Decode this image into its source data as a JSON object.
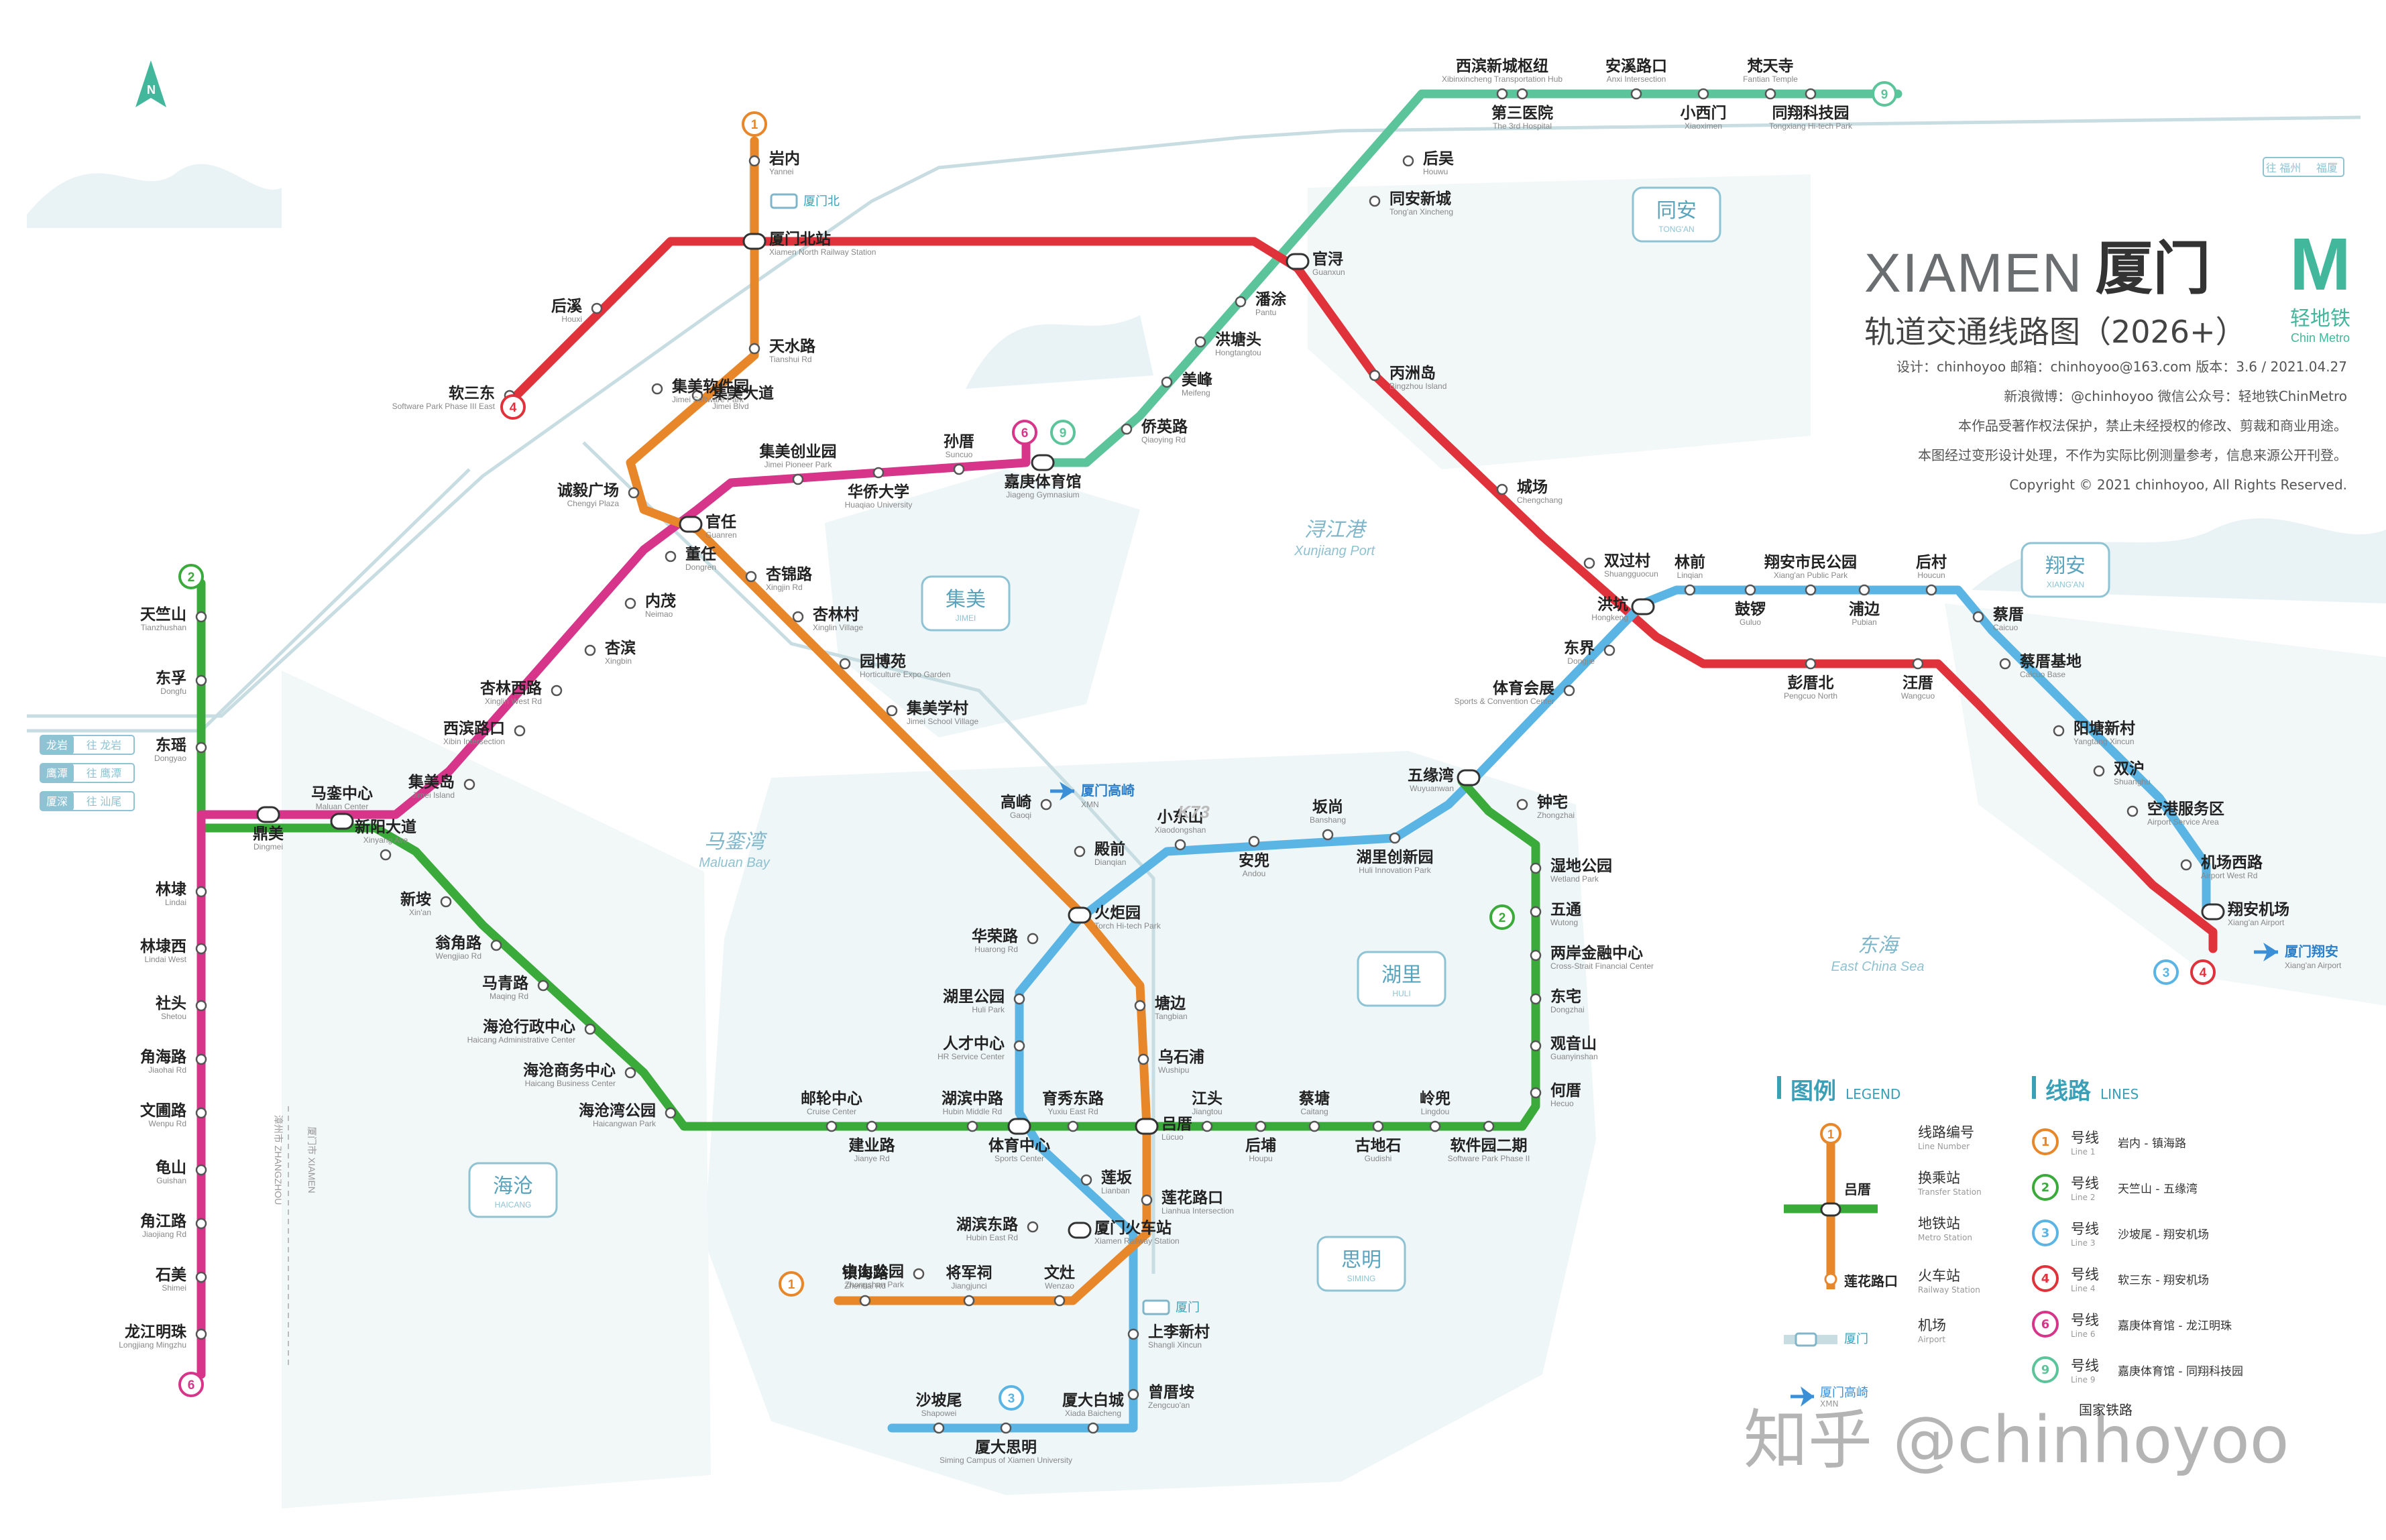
{
  "header": {
    "title_en": "XIAMEN",
    "title_cn": "厦门",
    "subtitle": "轨道交通线路图（2026+）",
    "brand_cn": "轻地铁",
    "brand_en": "Chin Metro",
    "info": [
      "设计：chinhoyoo    邮箱：chinhoyoo@163.com    版本：3.6 / 2021.04.27",
      "新浪微博：@chinhoyoo    微信公众号：轻地铁ChinMetro",
      "本作品受著作权法保护，禁止未经授权的修改、剪裁和商业用途。",
      "本图经过变形设计处理，不作为实际比例测量参考，信息来源公开刊登。",
      "Copyright © 2021 chinhoyoo, All Rights Reserved."
    ]
  },
  "watermark": "知乎 @chinhoyoo",
  "compass": "N",
  "colors": {
    "line1": "#e8862a",
    "line2": "#3aaa3a",
    "line3": "#5ab4e4",
    "line4": "#e0323a",
    "line6": "#d6358a",
    "line9": "#5cc49a",
    "rail": "#b9d4da",
    "land": "#edf5f6",
    "district": "#7fb6c9"
  },
  "districts": [
    {
      "cn": "同安",
      "en": "TONG'AN"
    },
    {
      "cn": "集美",
      "en": "JIMEI"
    },
    {
      "cn": "翔安",
      "en": "XIANG'AN"
    },
    {
      "cn": "湖里",
      "en": "HULI"
    },
    {
      "cn": "海沧",
      "en": "HAICANG"
    },
    {
      "cn": "思明",
      "en": "SIMING"
    }
  ],
  "waters": [
    {
      "cn": "马銮湾",
      "en": "Maluan Bay"
    },
    {
      "cn": "浔江港",
      "en": "Xunjiang Port"
    },
    {
      "cn": "东海",
      "en": "East China Sea"
    }
  ],
  "lines": [
    {
      "num": "1",
      "name": "号线",
      "desc": "岩内 - 镇海路",
      "en": "Line 1",
      "color": "#e8862a"
    },
    {
      "num": "2",
      "name": "号线",
      "desc": "天竺山 - 五缘湾",
      "en": "Line 2",
      "color": "#3aaa3a"
    },
    {
      "num": "3",
      "name": "号线",
      "desc": "沙坡尾 - 翔安机场",
      "en": "Line 3",
      "color": "#5ab4e4"
    },
    {
      "num": "4",
      "name": "号线",
      "desc": "软三东 - 翔安机场",
      "en": "Line 4",
      "color": "#e0323a"
    },
    {
      "num": "6",
      "name": "号线",
      "desc": "嘉庚体育馆 - 龙江明珠",
      "en": "Line 6",
      "color": "#d6358a"
    },
    {
      "num": "9",
      "name": "号线",
      "desc": "嘉庚体育馆 - 同翔科技园",
      "en": "Line 9",
      "color": "#5cc49a"
    }
  ],
  "legend": {
    "title_cn": "图例",
    "title_en": "LEGEND",
    "lines_title_cn": "线路",
    "lines_title_en": "LINES",
    "items": [
      {
        "cn": "线路编号",
        "en": "Line Number"
      },
      {
        "cn": "换乘站",
        "en": "Transfer Station"
      },
      {
        "cn": "地铁站",
        "en": "Metro Station"
      },
      {
        "cn": "火车站",
        "en": "Railway Station"
      },
      {
        "cn": "机场",
        "en": "Airport"
      }
    ],
    "sample_stations": [
      "吕厝",
      "莲花路口"
    ],
    "sample_rail": "厦门",
    "sample_airport": "厦门高崎",
    "sample_airport_en": "XMN",
    "footer": "国家铁路"
  },
  "stations": [
    {
      "cn": "岩内",
      "en": "Yannei"
    },
    {
      "cn": "厦门北站",
      "en": "Xiamen North Railway Station"
    },
    {
      "cn": "天水路",
      "en": "Tianshui Rd"
    },
    {
      "cn": "集美大道",
      "en": "Jimei Blvd"
    },
    {
      "cn": "诚毅广场",
      "en": "Chengyi Plaza"
    },
    {
      "cn": "官任",
      "en": "Guanren"
    },
    {
      "cn": "杏锦路",
      "en": "Xingjin Rd"
    },
    {
      "cn": "杏林村",
      "en": "Xinglin Village"
    },
    {
      "cn": "园博苑",
      "en": "Horticulture Expo Garden"
    },
    {
      "cn": "集美学村",
      "en": "Jimei School Village"
    },
    {
      "cn": "高崎",
      "en": "Gaoqi"
    },
    {
      "cn": "殿前",
      "en": "Dianqian"
    },
    {
      "cn": "火炬园",
      "en": "Torch Hi-tech Park"
    },
    {
      "cn": "塘边",
      "en": "Tangbian"
    },
    {
      "cn": "乌石浦",
      "en": "Wushipu"
    },
    {
      "cn": "吕厝",
      "en": "Lücuo"
    },
    {
      "cn": "莲花路口",
      "en": "Lianhua Intersection"
    },
    {
      "cn": "厦门火车站",
      "en": "Xiamen Railway Station"
    },
    {
      "cn": "文灶",
      "en": "Wenzao"
    },
    {
      "cn": "将军祠",
      "en": "Jiangjunci"
    },
    {
      "cn": "中山公园",
      "en": "Zhongshan Park"
    },
    {
      "cn": "镇海路",
      "en": "Zhenhai Rd"
    },
    {
      "cn": "天竺山",
      "en": "Tianzhushan"
    },
    {
      "cn": "东孚",
      "en": "Dongfu"
    },
    {
      "cn": "东瑶",
      "en": "Dongyao"
    },
    {
      "cn": "鼎美",
      "en": "Dingmei"
    },
    {
      "cn": "马銮中心",
      "en": "Maluan Center"
    },
    {
      "cn": "新阳大道",
      "en": "Xinyang Ave"
    },
    {
      "cn": "新垵",
      "en": "Xin'an"
    },
    {
      "cn": "翁角路",
      "en": "Wengjiao Rd"
    },
    {
      "cn": "马青路",
      "en": "Maqing Rd"
    },
    {
      "cn": "海沧行政中心",
      "en": "Haicang Administrative Center"
    },
    {
      "cn": "海沧商务中心",
      "en": "Haicang Business Center"
    },
    {
      "cn": "海沧湾公园",
      "en": "Haicangwan Park"
    },
    {
      "cn": "邮轮中心",
      "en": "Cruise Center"
    },
    {
      "cn": "建业路",
      "en": "Jianye Rd"
    },
    {
      "cn": "湖滨中路",
      "en": "Hubin Middle Rd"
    },
    {
      "cn": "体育中心",
      "en": "Sports Center"
    },
    {
      "cn": "育秀东路",
      "en": "Yuxiu East Rd"
    },
    {
      "cn": "江头",
      "en": "Jiangtou"
    },
    {
      "cn": "后埔",
      "en": "Houpu"
    },
    {
      "cn": "蔡塘",
      "en": "Caitang"
    },
    {
      "cn": "古地石",
      "en": "Gudishi"
    },
    {
      "cn": "岭兜",
      "en": "Lingdou"
    },
    {
      "cn": "软件园二期",
      "en": "Software Park Phase II"
    },
    {
      "cn": "何厝",
      "en": "Hecuo"
    },
    {
      "cn": "观音山",
      "en": "Guanyinshan"
    },
    {
      "cn": "东宅",
      "en": "Dongzhai"
    },
    {
      "cn": "两岸金融中心",
      "en": "Cross-Strait Financial Center"
    },
    {
      "cn": "五通",
      "en": "Wutong"
    },
    {
      "cn": "湿地公园",
      "en": "Wetland Park"
    },
    {
      "cn": "钟宅",
      "en": "Zhongzhai"
    },
    {
      "cn": "五缘湾",
      "en": "Wuyuanwan"
    },
    {
      "cn": "沙坡尾",
      "en": "Shapowei"
    },
    {
      "cn": "厦大思明",
      "en": "Siming Campus of Xiamen University"
    },
    {
      "cn": "厦大白城",
      "en": "Xiada Baicheng"
    },
    {
      "cn": "曾厝垵",
      "en": "Zengcuo'an"
    },
    {
      "cn": "上李新村",
      "en": "Shangli Xincun"
    },
    {
      "cn": "莲坂",
      "en": "Lianban"
    },
    {
      "cn": "湖滨东路",
      "en": "Hubin East Rd"
    },
    {
      "cn": "人才中心",
      "en": "HR Service Center"
    },
    {
      "cn": "湖里公园",
      "en": "Huli Park"
    },
    {
      "cn": "华荣路",
      "en": "Huarong Rd"
    },
    {
      "cn": "小东山",
      "en": "Xiaodongshan"
    },
    {
      "cn": "安兜",
      "en": "Andou"
    },
    {
      "cn": "坂尚",
      "en": "Banshang"
    },
    {
      "cn": "湖里创新园",
      "en": "Huli Innovation Park"
    },
    {
      "cn": "体育会展",
      "en": "Sports & Convention Center"
    },
    {
      "cn": "东界",
      "en": "Dongjie"
    },
    {
      "cn": "洪坑",
      "en": "Hongkeng"
    },
    {
      "cn": "林前",
      "en": "Linqian"
    },
    {
      "cn": "鼓锣",
      "en": "Guluo"
    },
    {
      "cn": "翔安市民公园",
      "en": "Xiang'an Public Park"
    },
    {
      "cn": "浦边",
      "en": "Pubian"
    },
    {
      "cn": "后村",
      "en": "Houcun"
    },
    {
      "cn": "蔡厝",
      "en": "Caicuo"
    },
    {
      "cn": "蔡厝基地",
      "en": "Caicuo Base"
    },
    {
      "cn": "阳塘新村",
      "en": "Yangtang Xincun"
    },
    {
      "cn": "双沪",
      "en": "Shuanghu"
    },
    {
      "cn": "空港服务区",
      "en": "Airport Service Area"
    },
    {
      "cn": "机场西路",
      "en": "Airport West Rd"
    },
    {
      "cn": "翔安机场",
      "en": "Xiang'an Airport"
    },
    {
      "cn": "软三东",
      "en": "Software Park Phase III East"
    },
    {
      "cn": "后溪",
      "en": "Houxi"
    },
    {
      "cn": "集美软件园",
      "en": "Jimei Software Park"
    },
    {
      "cn": "官浔",
      "en": "Guanxun"
    },
    {
      "cn": "丙洲岛",
      "en": "Bingzhou Island"
    },
    {
      "cn": "城场",
      "en": "Chengchang"
    },
    {
      "cn": "双过村",
      "en": "Shuangguocun"
    },
    {
      "cn": "彭厝北",
      "en": "Pengcuo North"
    },
    {
      "cn": "汪厝",
      "en": "Wangcuo"
    },
    {
      "cn": "集美创业园",
      "en": "Jimei Pioneer Park"
    },
    {
      "cn": "华侨大学",
      "en": "Huaqiao University"
    },
    {
      "cn": "孙厝",
      "en": "Suncuo"
    },
    {
      "cn": "嘉庚体育馆",
      "en": "Jiageng Gymnasium"
    },
    {
      "cn": "董任",
      "en": "Dongren"
    },
    {
      "cn": "内茂",
      "en": "Neimao"
    },
    {
      "cn": "杏滨",
      "en": "Xingbin"
    },
    {
      "cn": "杏林西路",
      "en": "Xinglin West Rd"
    },
    {
      "cn": "西滨路口",
      "en": "Xibin Intersection"
    },
    {
      "cn": "集美岛",
      "en": "Jimei Island"
    },
    {
      "cn": "林埭",
      "en": "Lindai"
    },
    {
      "cn": "林埭西",
      "en": "Lindai West"
    },
    {
      "cn": "社头",
      "en": "Shetou"
    },
    {
      "cn": "角海路",
      "en": "Jiaohai Rd"
    },
    {
      "cn": "文圃路",
      "en": "Wenpu Rd"
    },
    {
      "cn": "龟山",
      "en": "Guishan"
    },
    {
      "cn": "角江路",
      "en": "Jiaojiang Rd"
    },
    {
      "cn": "石美",
      "en": "Shimei"
    },
    {
      "cn": "龙江明珠",
      "en": "Longjiang Mingzhu"
    },
    {
      "cn": "侨英路",
      "en": "Qiaoying Rd"
    },
    {
      "cn": "美峰",
      "en": "Meifeng"
    },
    {
      "cn": "洪塘头",
      "en": "Hongtangtou"
    },
    {
      "cn": "潘涂",
      "en": "Pantu"
    },
    {
      "cn": "同安新城",
      "en": "Tong'an Xincheng"
    },
    {
      "cn": "后吴",
      "en": "Houwu"
    },
    {
      "cn": "第三医院",
      "en": "The 3rd Hospital"
    },
    {
      "cn": "西滨新城枢纽",
      "en": "Xibinxincheng Transportation Hub"
    },
    {
      "cn": "安溪路口",
      "en": "Anxi Intersection"
    },
    {
      "cn": "小西门",
      "en": "Xiaoximen"
    },
    {
      "cn": "梵天寺",
      "en": "Fantian Temple"
    },
    {
      "cn": "同翔科技园",
      "en": "Tongxiang Hi-tech Park"
    }
  ],
  "rail_stations": [
    {
      "cn": "厦门北",
      "en": "Xiamen North"
    },
    {
      "cn": "厦门",
      "en": "Xiamen"
    }
  ],
  "airports": [
    {
      "cn": "厦门高崎",
      "en": "XMN"
    },
    {
      "cn": "厦门翔安",
      "en": "Xiang'an Airport"
    }
  ],
  "rail_destinations": [
    {
      "to": "龙岩",
      "from": "龙岩"
    },
    {
      "to": "鹰潭",
      "from": "鹰潭"
    },
    {
      "to": "厦深",
      "from": "汕尾"
    }
  ],
  "rail_east": [
    "往 福州",
    "福厦"
  ],
  "border_labels": [
    "漳州市 ZHANGZHOU",
    "厦门市 XIAMEN"
  ],
  "airport_mark": "K73",
  "logo_text": "M"
}
